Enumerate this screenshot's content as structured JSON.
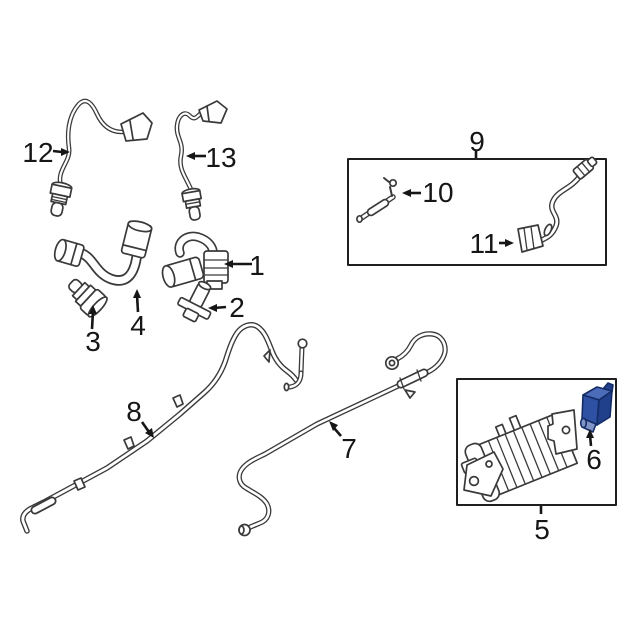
{
  "diagram": {
    "type": "exploded-parts-diagram",
    "subject": "emission-system-parts-diagram",
    "background": "#ffffff",
    "colors": {
      "line": "#3a3a3a",
      "label_text": "#161616",
      "box_border": "#1f1f1f",
      "highlight_top": "#4b6cb8",
      "highlight_front": "#2e51a3",
      "highlight_side": "#20408c",
      "highlight_nozzle": "#8093c6",
      "highlight_outline": "#142c66"
    },
    "callouts": {
      "c1": {
        "label": "1"
      },
      "c2": {
        "label": "2"
      },
      "c3": {
        "label": "3"
      },
      "c4": {
        "label": "4"
      },
      "c5": {
        "label": "5"
      },
      "c6": {
        "label": "6"
      },
      "c7": {
        "label": "7"
      },
      "c8": {
        "label": "8"
      },
      "c9": {
        "label": "9"
      },
      "c10": {
        "label": "10"
      },
      "c11": {
        "label": "11"
      },
      "c12": {
        "label": "12"
      },
      "c13": {
        "label": "13"
      }
    }
  }
}
